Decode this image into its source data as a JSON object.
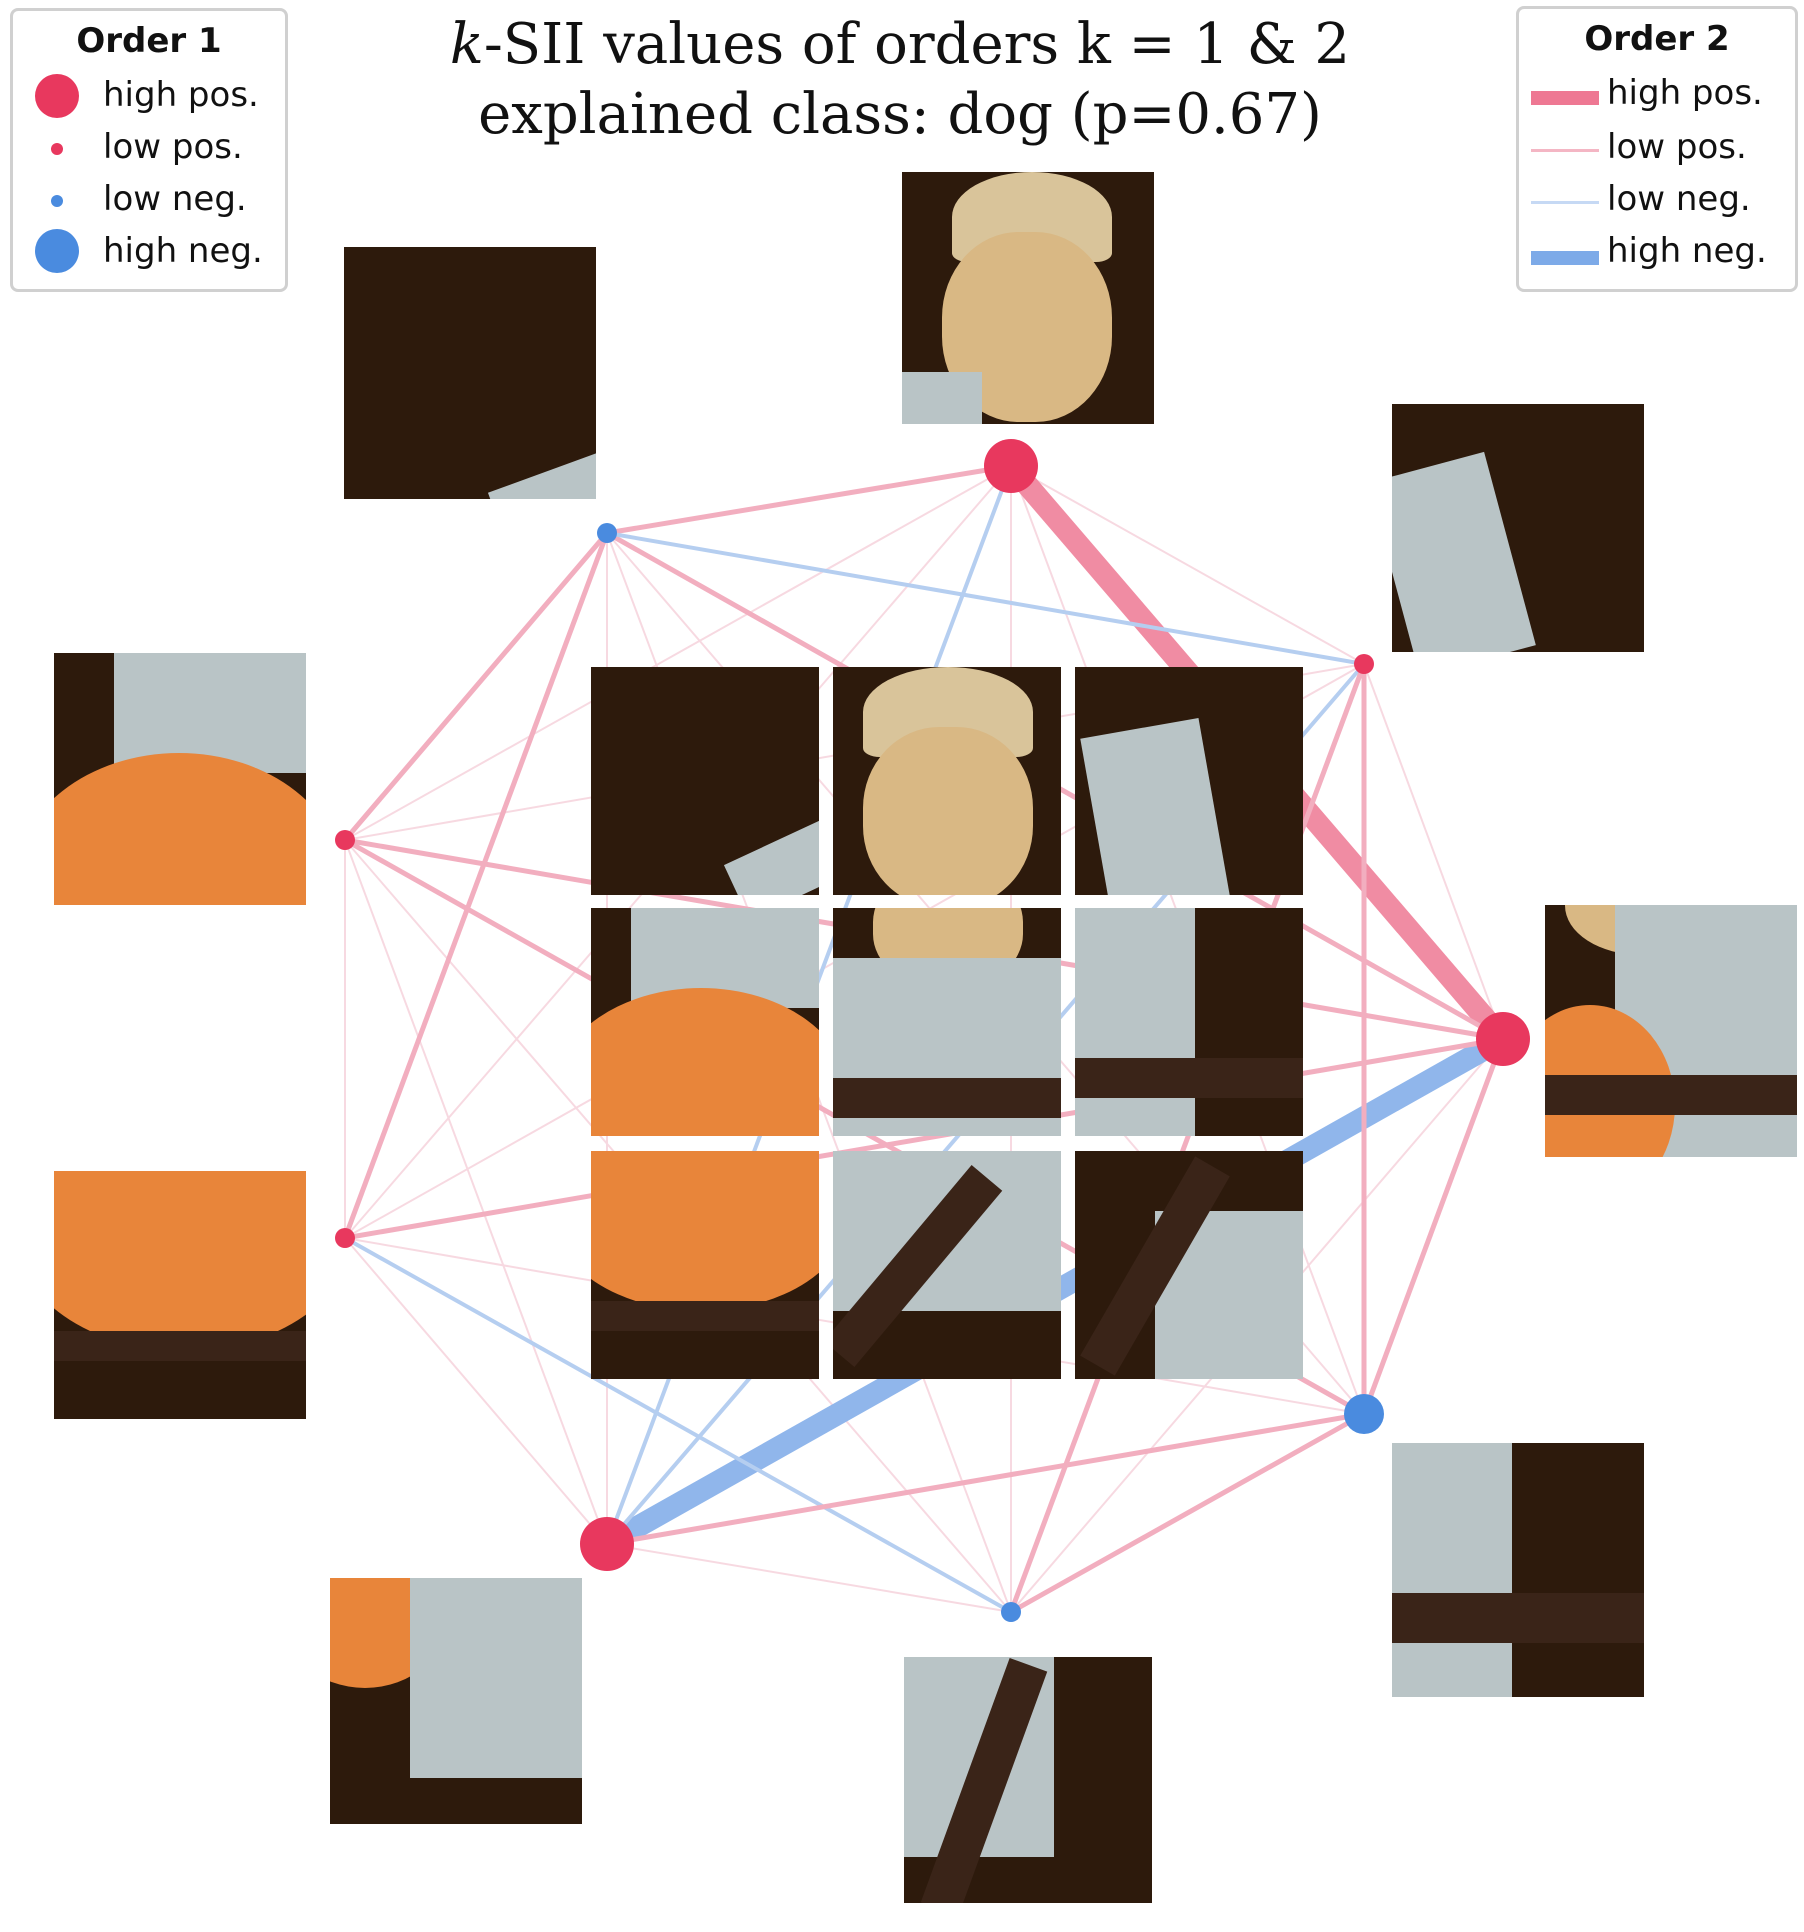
{
  "title": {
    "line1_italic": "k",
    "line1_rest": "-SII values of orders k = 1 & 2",
    "line2": "explained class: dog (p=0.67)"
  },
  "legend_order1": {
    "title": "Order 1",
    "items": [
      "high pos.",
      "low pos.",
      "low neg.",
      "high neg."
    ]
  },
  "legend_order2": {
    "title": "Order 2",
    "items": [
      "high pos.",
      "low pos.",
      "low neg.",
      "high neg."
    ]
  },
  "colors": {
    "positive": "#e8385e",
    "negative": "#4a8bdf",
    "pos_edge": "#f0a0b4",
    "neg_edge": "#a9c6ee",
    "dark_wood": "#2d1a0c",
    "guitar": "#e8853a",
    "shirt": "#b9c4c6",
    "dog": "#d9b884",
    "hat": "#d9c49a"
  },
  "chart_data": {
    "type": "network",
    "nodes": [
      {
        "id": "top",
        "order1": "high pos."
      },
      {
        "id": "top-left",
        "order1": "low neg."
      },
      {
        "id": "top-right",
        "order1": "low pos."
      },
      {
        "id": "left",
        "order1": "low pos."
      },
      {
        "id": "right",
        "order1": "high pos."
      },
      {
        "id": "lower-left",
        "order1": "low pos."
      },
      {
        "id": "lower-right",
        "order1": "high neg."
      },
      {
        "id": "bottom-left",
        "order1": "high pos."
      },
      {
        "id": "bottom",
        "order1": "low neg."
      }
    ],
    "edges": [
      {
        "a": "top",
        "b": "right",
        "order2": "high pos."
      },
      {
        "a": "right",
        "b": "bottom-left",
        "order2": "high neg."
      },
      {
        "a": "top-left",
        "b": "top",
        "order2": "low pos."
      },
      {
        "a": "top-left",
        "b": "right",
        "order2": "low pos."
      },
      {
        "a": "top-left",
        "b": "top-right",
        "order2": "low neg."
      },
      {
        "a": "top",
        "b": "bottom-left",
        "order2": "low neg."
      },
      {
        "a": "left",
        "b": "right",
        "order2": "low pos."
      },
      {
        "a": "left",
        "b": "top-left",
        "order2": "low pos."
      },
      {
        "a": "lower-left",
        "b": "right",
        "order2": "low pos."
      },
      {
        "a": "lower-left",
        "b": "bottom",
        "order2": "low neg."
      },
      {
        "a": "bottom-left",
        "b": "top-right",
        "order2": "low neg."
      },
      {
        "a": "bottom-left",
        "b": "lower-right",
        "order2": "low pos."
      },
      {
        "a": "bottom",
        "b": "lower-right",
        "order2": "low pos."
      },
      {
        "a": "bottom",
        "b": "top-right",
        "order2": "low pos."
      },
      {
        "a": "top-right",
        "b": "lower-right",
        "order2": "low pos."
      },
      {
        "a": "right",
        "b": "lower-right",
        "order2": "low pos."
      },
      {
        "a": "left",
        "b": "lower-right",
        "order2": "low pos."
      },
      {
        "a": "lower-left",
        "b": "top-left",
        "order2": "low pos."
      }
    ]
  }
}
